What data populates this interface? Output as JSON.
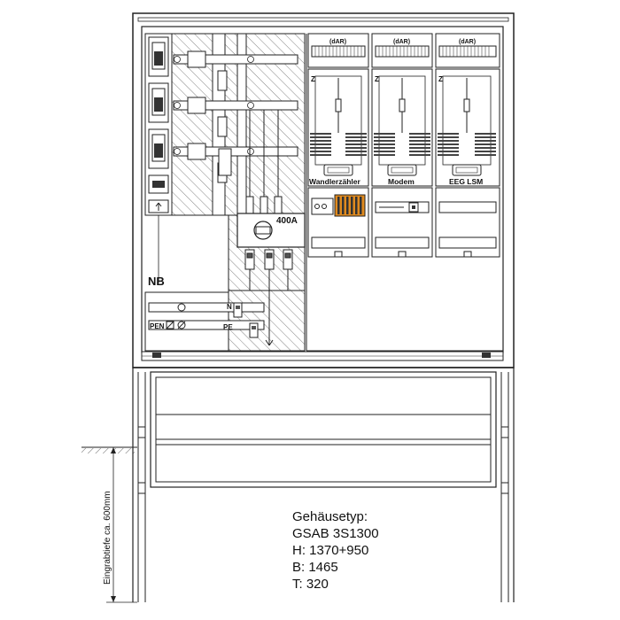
{
  "labels": {
    "dar_1": "(dAR)",
    "dar_2": "(dAR)",
    "dar_3": "(dAR)",
    "z_1": "Z",
    "z_2": "Z",
    "z_3": "Z",
    "wandlerzaehler": "Wandlerzähler",
    "modem": "Modem",
    "eeg_lsm": "EEG  LSM",
    "ampere": "400A",
    "nb": "NB",
    "n": "N",
    "pen": "PEN",
    "pe": "PE",
    "burial_depth": "Eingrabtiefe ca. 600mm"
  },
  "spec": {
    "type_label": "Gehäusetyp:",
    "model": "GSAB 3S1300",
    "height": "H: 1370+950",
    "width": "B: 1465",
    "depth": "T: 320"
  },
  "colors": {
    "line": "#222222",
    "hatch": "#555555",
    "terminal_orange": "#e08a1e",
    "terminal_grey": "#8a8a8a"
  }
}
